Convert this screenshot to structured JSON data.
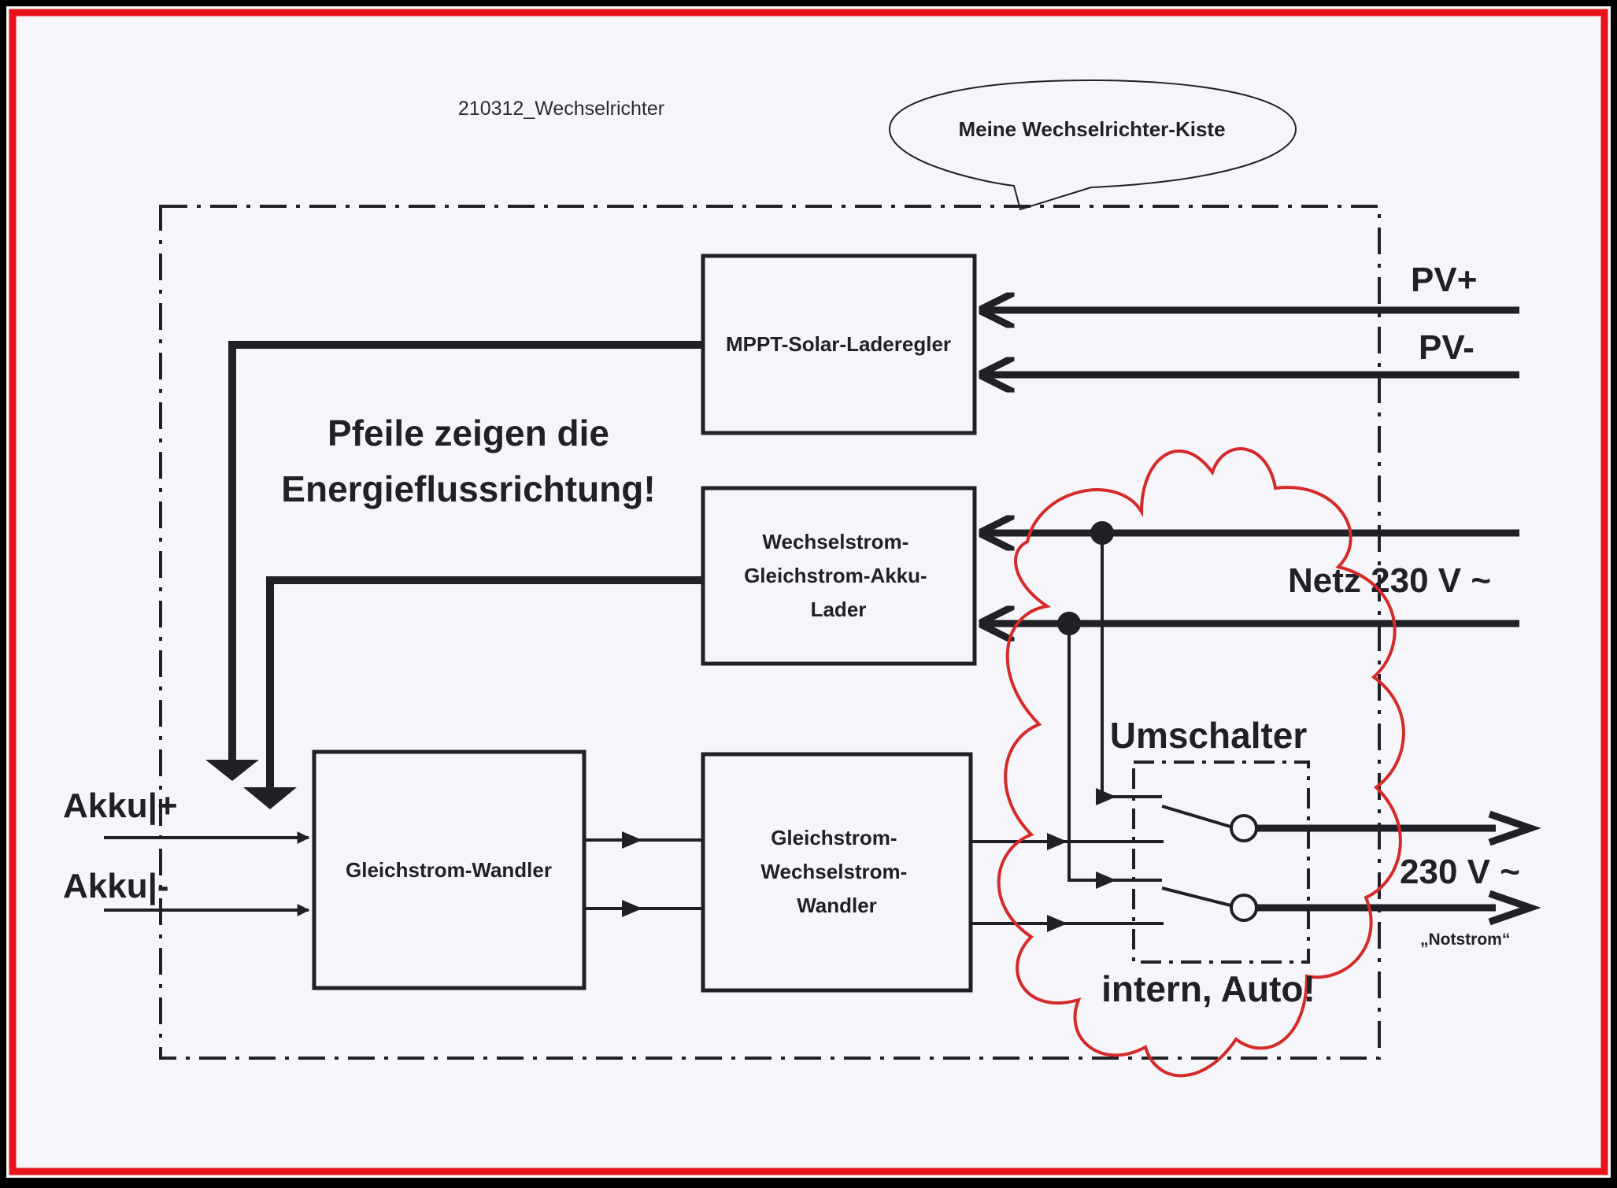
{
  "doc_label": "210312_Wechselrichter",
  "callout": "Meine Wechselrichter-Kiste",
  "note": {
    "line1": "Pfeile zeigen die",
    "line2": "Energieflussrichtung!"
  },
  "blocks": {
    "mppt": "MPPT-Solar-Laderegler",
    "charger": [
      "Wechselstrom-",
      "Gleichstrom-Akku-",
      "Lader"
    ],
    "dcdc": "Gleichstrom-Wandler",
    "inverter": [
      "Gleichstrom-",
      "Wechselstrom-",
      "Wandler"
    ]
  },
  "terminals": {
    "pv_plus": "PV+",
    "pv_minus": "PV-",
    "grid": "Netz 230 V ~",
    "akku_plus": "Akku|+",
    "akku_minus": "Akku|-",
    "output": "230 V ~",
    "output_note": "„Notstrom“"
  },
  "switch": {
    "title": "Umschalter",
    "caption": "intern, Auto!"
  },
  "colors": {
    "page_border": "#e8141c",
    "cloud": "#d42a2a",
    "ink": "#1f2127",
    "paper": "#f6f6fa"
  }
}
